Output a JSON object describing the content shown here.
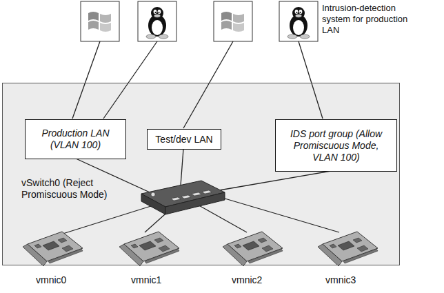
{
  "diagram": {
    "nodes": [
      {
        "text": [
          "vSwitch0 (Reject Promiscuous Mode)"
        ]
      },
      {
        "text": [
          "Production LAN (VLAN 100)"
        ],
        "in": 0
      },
      {
        "text": [
          "Test/dev LAN"
        ],
        "in": 0
      },
      {
        "text": [
          "IDS port group (Allow Promiscuous Mode, VLAN 100)"
        ],
        "in": 0
      }
    ],
    "labels": [
      "Intrusion-detection system for production LAN",
      "vmnic0",
      "vmnic1",
      "vmnic2",
      "vmnic3"
    ]
  }
}
